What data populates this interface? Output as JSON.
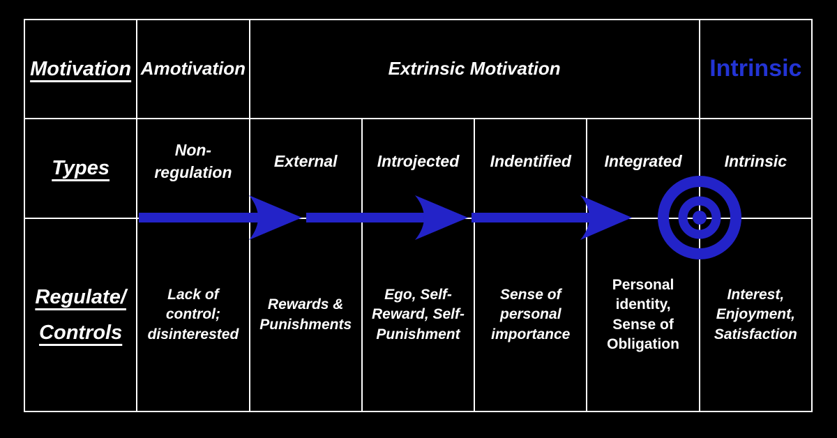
{
  "title": "Motivation continuum diagram",
  "colors": {
    "background": "#000000",
    "grid_line": "#ffffff",
    "text": "#ffffff",
    "arrow_blue": "#2323c8",
    "intrinsic_blue": "#2334d4"
  },
  "header_row": {
    "label": "Motivation",
    "amotivation": "Amotivation",
    "extrinsic": "Extrinsic Motivation",
    "intrinsic": "Intrinsic"
  },
  "types_row": {
    "label": "Types",
    "cells": [
      "Non-\nregulation",
      "External",
      "Introjected",
      "Indentified",
      "Integrated",
      "Intrinsic"
    ]
  },
  "controls_row": {
    "label": "Regulate/\nControls",
    "cells": [
      "Lack of\ncontrol;\ndisinterested",
      "Rewards &\nPunishments",
      "Ego, Self-\nReward, Self-\nPunishment",
      "Sense of\npersonal\nimportance",
      "Personal\nidentity,\nSense of\nObligation",
      "Interest,\nEnjoyment,\nSatisfaction"
    ]
  },
  "arrow": {
    "name": "progress-arrow",
    "direction": "left-to-right",
    "arrowhead_count": 3,
    "end_icon": "bullseye-icon"
  }
}
